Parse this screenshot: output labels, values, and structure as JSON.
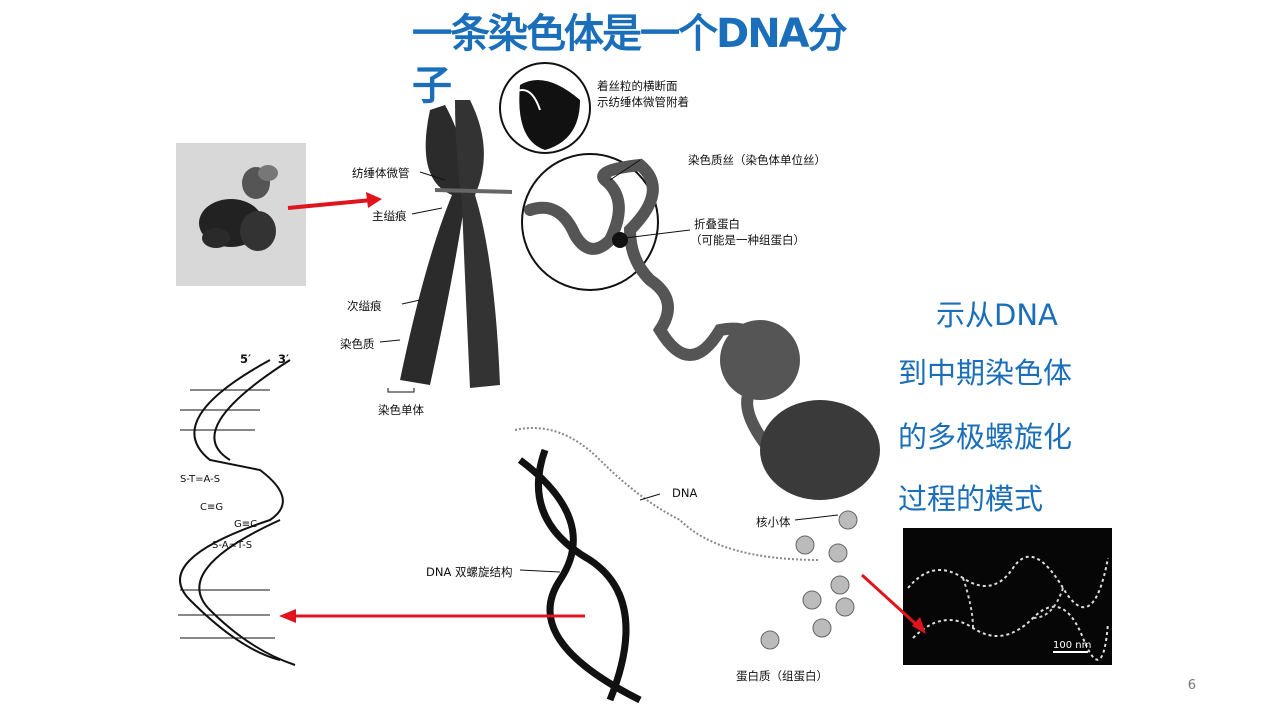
{
  "slide": {
    "title": "一条染色体是一个DNA分子",
    "page_number": "6"
  },
  "side_note": {
    "lines": [
      "示从DNA",
      "到中期染色体",
      "的多极螺旋化",
      "过程的模式"
    ]
  },
  "diagram_labels": {
    "microtubule_cross_section": "着丝粒的横断面",
    "microtubule_cross_section_2": "示纺缍体微管附着",
    "spindle_microtubule": "纺缍体微管",
    "primary_constriction": "主缢痕",
    "secondary_constriction": "次缢痕",
    "chromatin": "染色质",
    "chromatid": "染色单体",
    "chromatin_fiber": "染色质丝（染色体单位丝）",
    "folding_protein": "折叠蛋白",
    "folding_protein_note": "（可能是一种组蛋白）",
    "dna": "DNA",
    "nucleosome": "核小体",
    "dna_double_helix": "DNA 双螺旋结构",
    "protein": "蛋白质（组蛋白）"
  },
  "helix_labels": {
    "five_prime": "5′",
    "three_prime": "3′",
    "row1": "S-T=A-S",
    "row2": "C≡G",
    "row3": "G≡C",
    "row4": "S-A=T-S"
  },
  "scale_bar": "100 nm",
  "colors": {
    "title": "#1b6fba",
    "arrow": "#e0141c"
  }
}
